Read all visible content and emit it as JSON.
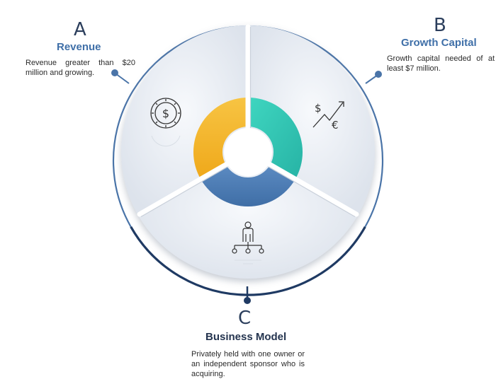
{
  "colors": {
    "ring_light": "#4a74a8",
    "ring_dark": "#1f3a63",
    "segment_a": "#f5b825",
    "segment_b": "#35c9b4",
    "segment_c": "#4f7db5",
    "panel_fill": "#eef2f8",
    "divider": "#cfd5de"
  },
  "sections": {
    "a": {
      "letter": "A",
      "title": "Revenue",
      "description": "Revenue greater than $20 million and growing.",
      "icon": "dollar-coin-icon"
    },
    "b": {
      "letter": "B",
      "title": "Growth Capital",
      "description": "Growth capital needed of at least $7 million.",
      "icon": "currency-growth-icon"
    },
    "c": {
      "letter": "C",
      "title": "Business Model",
      "description": "Privately held with one owner or an independent sponsor who is acquiring.",
      "icon": "org-structure-icon"
    }
  }
}
